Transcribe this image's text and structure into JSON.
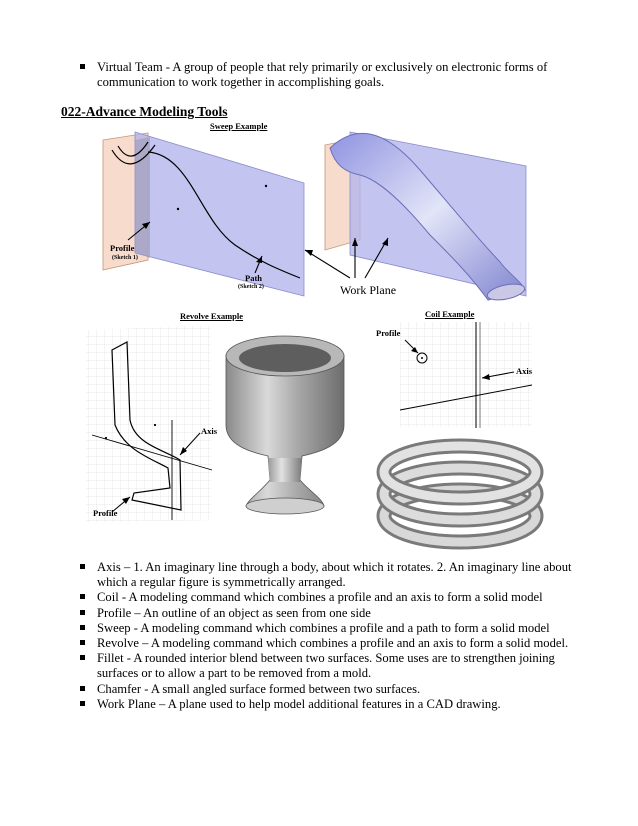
{
  "intro_item": "Virtual Team - A group of people that rely primarily or exclusively on electronic forms of communication to work together in accomplishing goals.",
  "section_heading": "022-Advance Modeling Tools",
  "figures": {
    "sweep": {
      "title": "Sweep Example",
      "profile_label": "Profile",
      "profile_sub": "(Sketch 1)",
      "path_label": "Path",
      "path_sub": "(Sketch 2)",
      "work_plane_label": "Work Plane"
    },
    "revolve": {
      "title": "Revolve Example",
      "axis_label": "Axis",
      "profile_label": "Profile"
    },
    "coil": {
      "title": "Coil Example",
      "profile_label": "Profile",
      "axis_label": "Axis"
    }
  },
  "definitions": [
    "Axis – 1. An imaginary line through a body, about which it rotates. 2. An imaginary line about which a regular figure is symmetrically arranged.",
    "Coil - A modeling command which combines a profile and an axis to form a solid model",
    "Profile – An outline of an object as seen from one side",
    "Sweep - A modeling command which combines a profile and a path to form a solid model",
    "Revolve – A modeling command which combines a profile and an axis to form a solid model.",
    "Fillet - A rounded interior blend between two surfaces. Some uses are to strengthen joining surfaces or to allow a part to be removed from a mold.",
    "Chamfer - A small angled surface formed between two surfaces.",
    "Work Plane – A plane used to help model additional features in a CAD drawing."
  ]
}
